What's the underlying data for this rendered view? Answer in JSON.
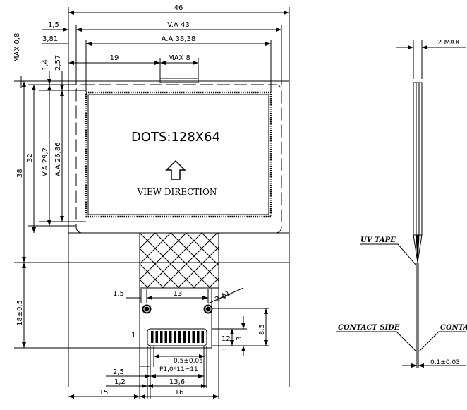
{
  "front_view": {
    "overall_width": "46",
    "left_offset": "1,5",
    "va_width": "V.A 43",
    "aa_left": "3,81",
    "aa_width": "A.A 38,38",
    "fpc_left": "19",
    "fpc_max": "MAX 8",
    "max_top": "MAX 0,8",
    "top_1": "1,4",
    "top_2": "2,57",
    "height_total": "38",
    "height_32": "32",
    "va_height": "V.A 29,2",
    "aa_height": "A.A 26,86",
    "dots": "DOTS:128X64",
    "view_direction": "VIEW DIRECTION",
    "tail_length": "18±0.5"
  },
  "connector_detail": {
    "hole_left": "1,5",
    "hole_spacing": "13",
    "hole_dia": "2-ϕ1",
    "pin_one": "1",
    "pin_width": "0,5±0,05",
    "pitch": "P1,0*11=11",
    "left_25": "2,5",
    "left_12": "1,2",
    "width_136": "13,6",
    "left_15": "15",
    "width_16": "16",
    "right_12": "12",
    "right_3": "3",
    "right_85": "8,5",
    "bottom_1": "1"
  },
  "side_view": {
    "thickness": "2 MAX",
    "uv_tape": "UV TAPE",
    "contact_side_left": "CONTACT SIDE",
    "contact_side_right": "CONTAC",
    "fpc_thickness": "0.1±0.03"
  }
}
